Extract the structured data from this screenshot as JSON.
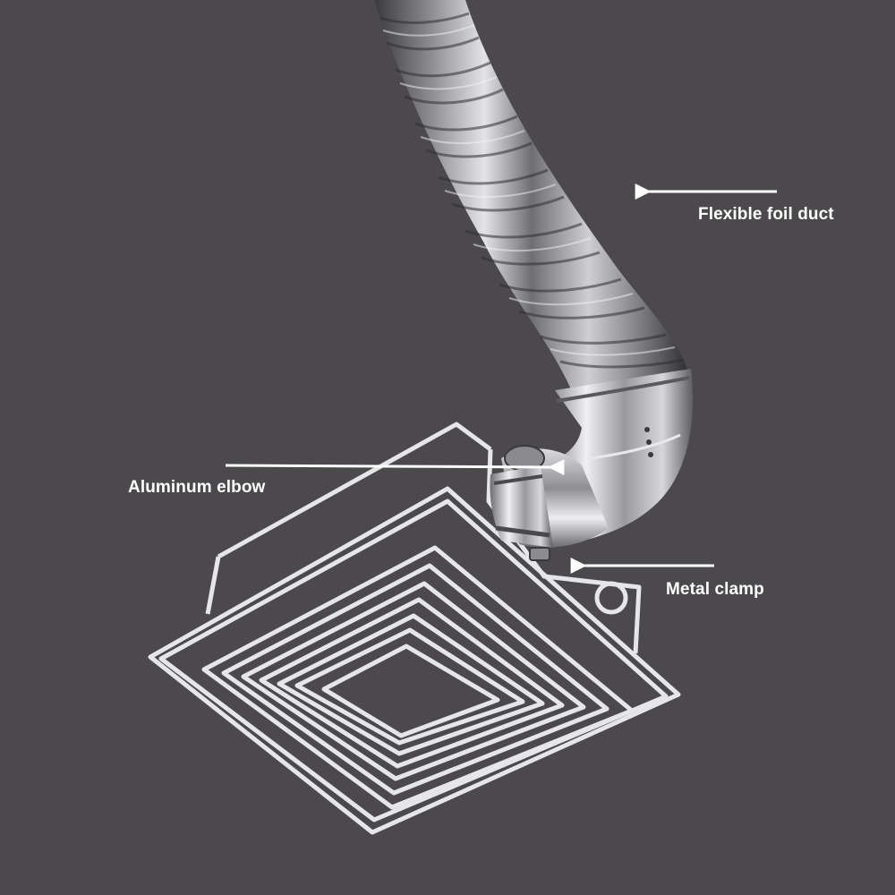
{
  "callouts": {
    "flexible_foil_duct": "Flexible foil duct",
    "aluminum_elbow": "Aluminum elbow",
    "metal_clamp": "Metal clamp"
  },
  "colors": {
    "background": "#4b494c",
    "line_art": "#e6e6e8",
    "label_text": "#ffffff",
    "foil": "#9a9a9e",
    "metal": "#c9c9cc"
  },
  "icons": {
    "arrows": "left-pointing-arrow"
  }
}
